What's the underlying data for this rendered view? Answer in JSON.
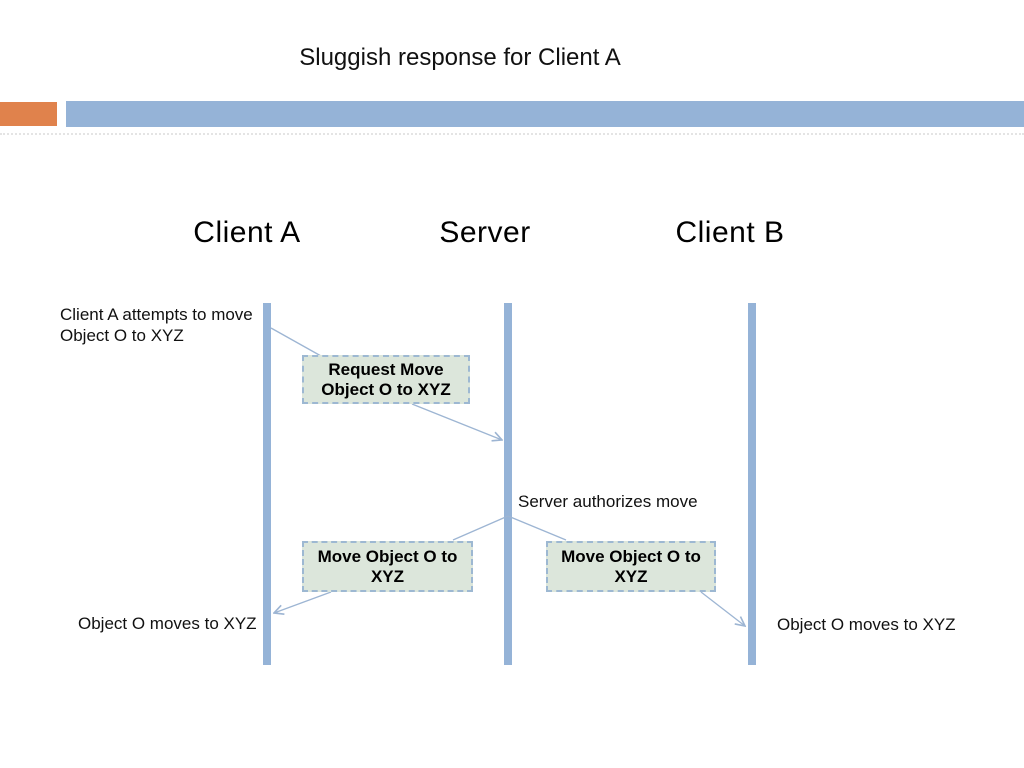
{
  "slide": {
    "title": "Sluggish response for Client A",
    "accent_colors": {
      "orange": "#e0824c",
      "blue": "#95b3d7"
    }
  },
  "diagram": {
    "type": "sequence",
    "lifelines": [
      {
        "label": "Client A"
      },
      {
        "label": "Server"
      },
      {
        "label": "Client B"
      }
    ],
    "notes": {
      "attempt": {
        "line1": "Client A attempts to move",
        "line2": "Object O to XYZ"
      },
      "authorize": "Server authorizes move",
      "result_left": "Object O moves to XYZ",
      "result_right": "Object O moves to XYZ"
    },
    "messages": {
      "request": {
        "line1": "Request Move",
        "line2": "Object O to XYZ"
      },
      "move_left": {
        "line1": "Move Object O to",
        "line2": "XYZ"
      },
      "move_right": {
        "line1": "Move Object O to",
        "line2": "XYZ"
      }
    },
    "style": {
      "lifeline_color": "#95b3d7",
      "connector_color": "#9db5d3",
      "box_fill": "#dce6db",
      "box_border": "#9db8d2"
    }
  }
}
